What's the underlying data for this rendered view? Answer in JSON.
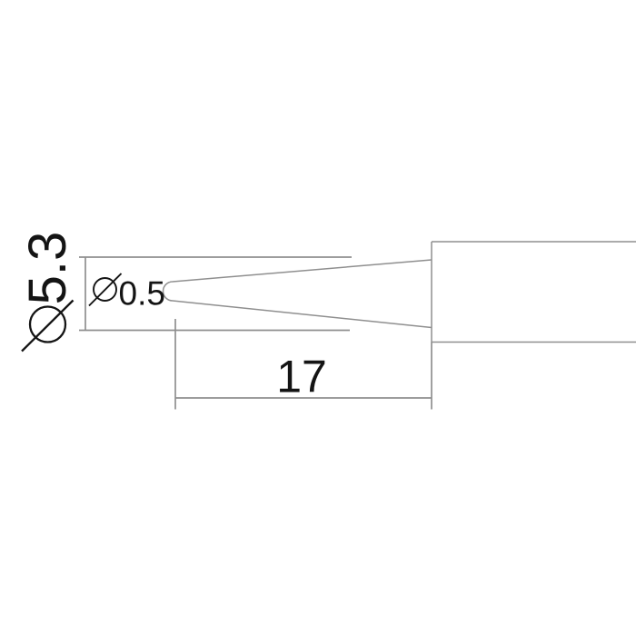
{
  "drawing": {
    "background": "#ffffff",
    "line_color": "#8f8f8f",
    "text_color": "#141414",
    "dimensions": {
      "body_diameter": {
        "symbol": "⌀",
        "value": "5.3"
      },
      "tip_diameter": {
        "symbol": "⌀",
        "value": "0.5"
      },
      "cone_length": {
        "value": "17"
      }
    }
  }
}
